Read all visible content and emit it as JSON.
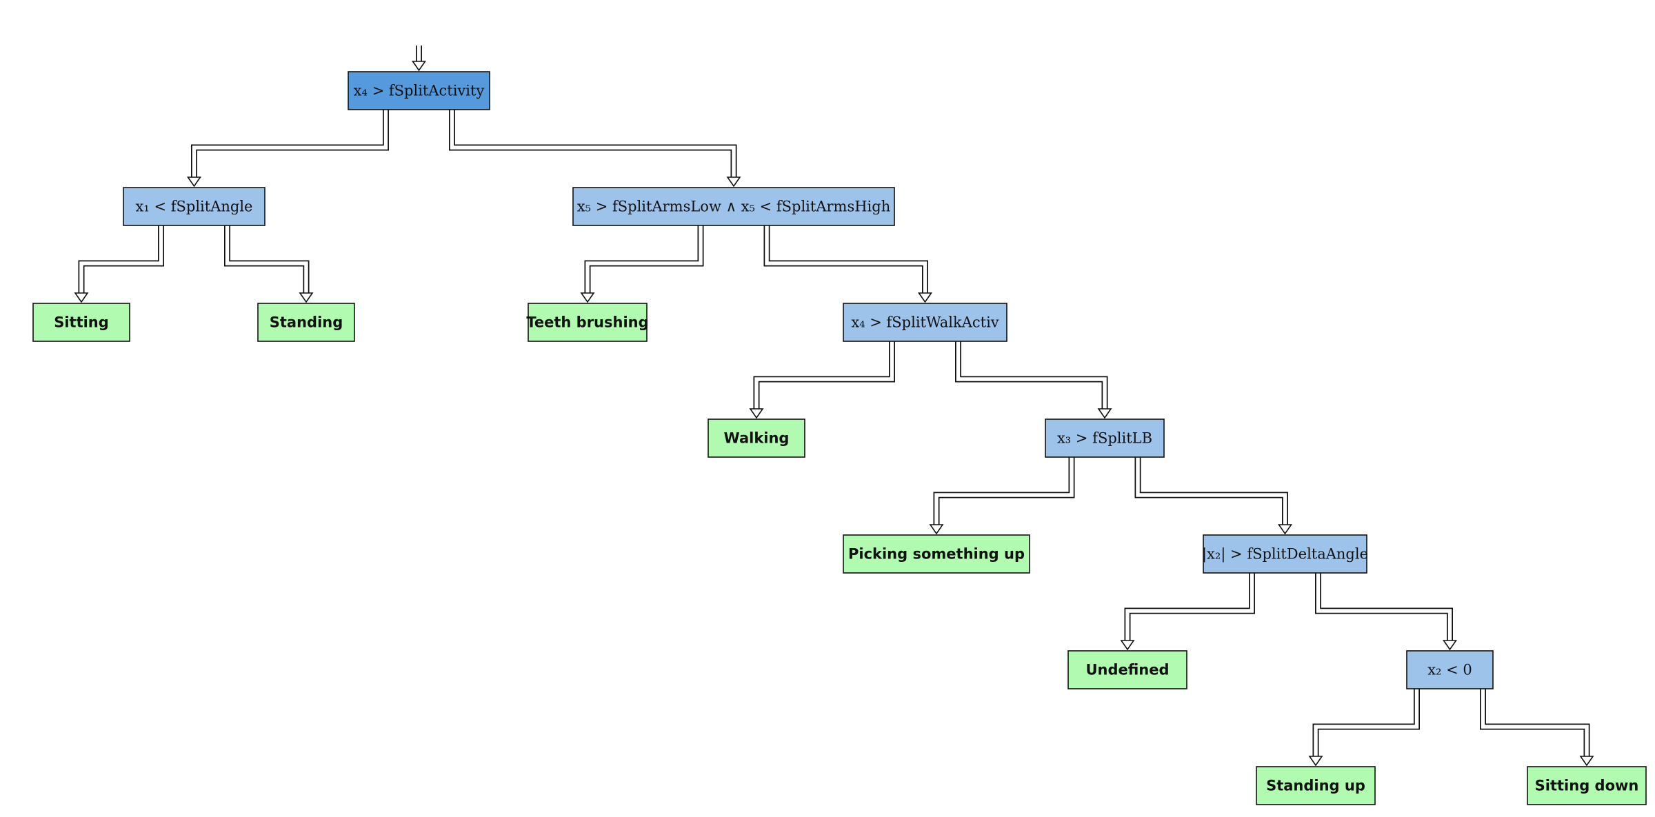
{
  "colors": {
    "root_fill": "#569ade",
    "decision_fill": "#9dc3eb",
    "leaf_fill": "#b0fbb0",
    "stroke": "#111111"
  },
  "nodes": [
    {
      "id": "root",
      "kind": "root",
      "label": "x₄ > fSplitActivity"
    },
    {
      "id": "d1",
      "kind": "decision",
      "label": "x₁ < fSplitAngle"
    },
    {
      "id": "d2",
      "kind": "decision",
      "label": "x₅ > fSplitArmsLow ∧ x₅ < fSplitArmsHigh"
    },
    {
      "id": "l_sitting",
      "kind": "leaf",
      "label": "Sitting"
    },
    {
      "id": "l_standing",
      "kind": "leaf",
      "label": "Standing"
    },
    {
      "id": "l_teeth",
      "kind": "leaf",
      "label": "Teeth brushing"
    },
    {
      "id": "d3",
      "kind": "decision",
      "label": "x₄ > fSplitWalkActiv"
    },
    {
      "id": "l_walking",
      "kind": "leaf",
      "label": "Walking"
    },
    {
      "id": "d4",
      "kind": "decision",
      "label": "x₃ > fSplitLB"
    },
    {
      "id": "l_picking",
      "kind": "leaf",
      "label": "Picking something up"
    },
    {
      "id": "d5",
      "kind": "decision",
      "label": "|x₂| > fSplitDeltaAngle"
    },
    {
      "id": "l_undefined",
      "kind": "leaf",
      "label": "Undefined"
    },
    {
      "id": "d6",
      "kind": "decision",
      "label": "x₂ < 0"
    },
    {
      "id": "l_standing_up",
      "kind": "leaf",
      "label": "Standing up"
    },
    {
      "id": "l_sitting_down",
      "kind": "leaf",
      "label": "Sitting down"
    }
  ],
  "edges": [
    [
      "root",
      "d1"
    ],
    [
      "root",
      "d2"
    ],
    [
      "d1",
      "l_sitting"
    ],
    [
      "d1",
      "l_standing"
    ],
    [
      "d2",
      "l_teeth"
    ],
    [
      "d2",
      "d3"
    ],
    [
      "d3",
      "l_walking"
    ],
    [
      "d3",
      "d4"
    ],
    [
      "d4",
      "l_picking"
    ],
    [
      "d4",
      "d5"
    ],
    [
      "d5",
      "l_undefined"
    ],
    [
      "d5",
      "d6"
    ],
    [
      "d6",
      "l_standing_up"
    ],
    [
      "d6",
      "l_sitting_down"
    ]
  ]
}
